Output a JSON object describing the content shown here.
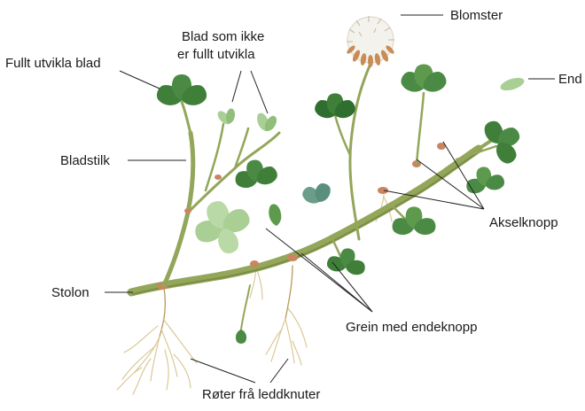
{
  "labels": {
    "fully_developed_leaf": "Fullt utvikla blad",
    "undeveloped_leaf_line1": "Blad som ikke",
    "undeveloped_leaf_line2": "er fullt utvikla",
    "flower": "Blomster",
    "end": "End",
    "petiole": "Bladstilk",
    "axillary_bud": "Akselknopp",
    "stolon": "Stolon",
    "branch_with_end_bud": "Grein med endeknopp",
    "roots_from_nodes": "Røter frå leddknuter"
  },
  "colors": {
    "leaf_dark": "#3f7f3a",
    "leaf_mid": "#5e9a4e",
    "leaf_pale": "#a9cf95",
    "stem": "#93a65a",
    "root": "#d8c48e",
    "node": "#c9855f",
    "flower_white": "#f4f2ec",
    "flower_brown": "#c98c55"
  }
}
